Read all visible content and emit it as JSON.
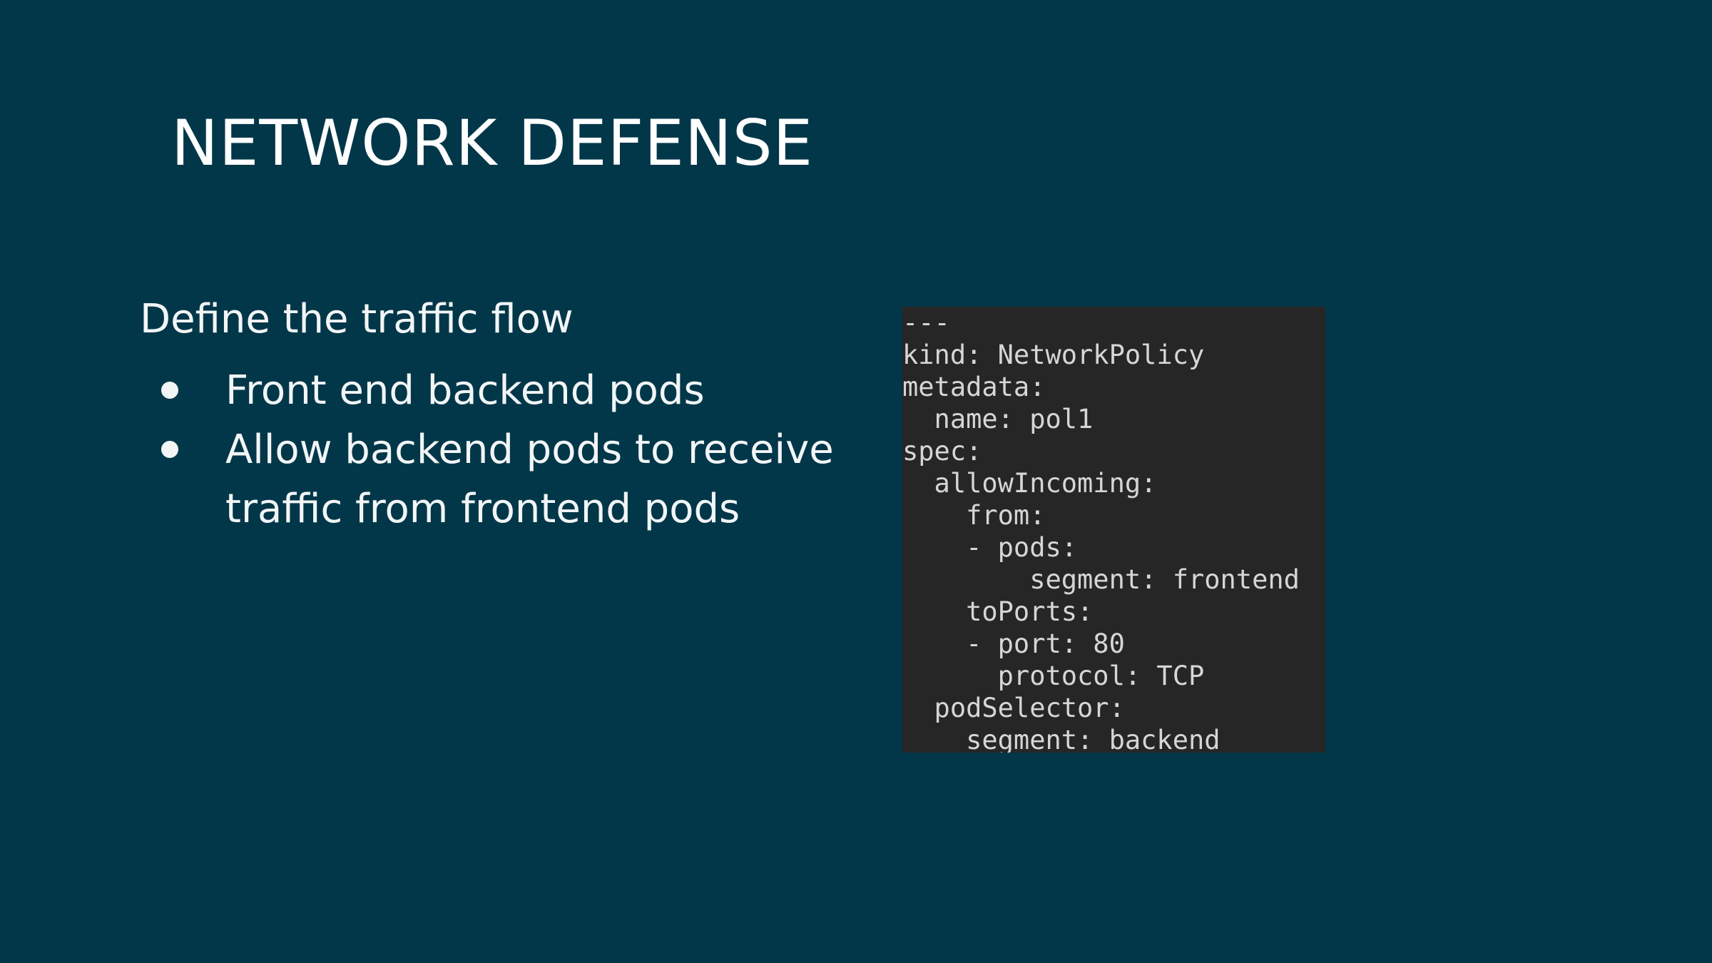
{
  "slide": {
    "title": "NETWORK DEFENSE",
    "intro": "Define the traffic flow",
    "bullets": [
      "Front end backend pods",
      "Allow backend pods to receive traffic from frontend pods"
    ],
    "code_lines": [
      "---",
      "kind: NetworkPolicy",
      "metadata:",
      "  name: pol1",
      "spec:",
      "  allowIncoming:",
      "    from:",
      "    - pods:",
      "        segment: frontend",
      "    toPorts:",
      "    - port: 80",
      "      protocol: TCP",
      "  podSelector:",
      "    segment: backend"
    ]
  },
  "colors": {
    "background": "#023749",
    "code_background": "#262626",
    "code_text": "#d6d6d6",
    "text": "#ffffff"
  }
}
